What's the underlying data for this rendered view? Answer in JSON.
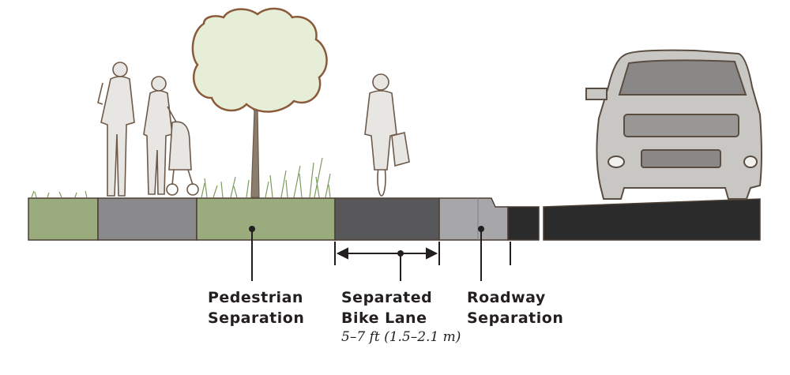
{
  "labels": {
    "pedestrian_line1": "Pedestrian",
    "pedestrian_line2": "Separation",
    "bike_line1": "Separated",
    "bike_line2": "Bike Lane",
    "bike_width": "5–7 ft (1.5–2.1 m)",
    "roadway_line1": "Roadway",
    "roadway_line2": "Separation"
  },
  "colors": {
    "grass": "#9aac7d",
    "sidewalk": "#8a8a8c",
    "bike_lane": "#58585a",
    "buffer": "#a7a7a9",
    "road": "#2b2b2b",
    "outline": "#6d5a4a",
    "figure_fill": "#e8e6e2",
    "tree_fill": "#e7eed8",
    "text": "#231f20"
  },
  "icons": [
    "person-icon",
    "stroller-icon",
    "tree-icon",
    "cyclist-icon",
    "car-icon"
  ]
}
